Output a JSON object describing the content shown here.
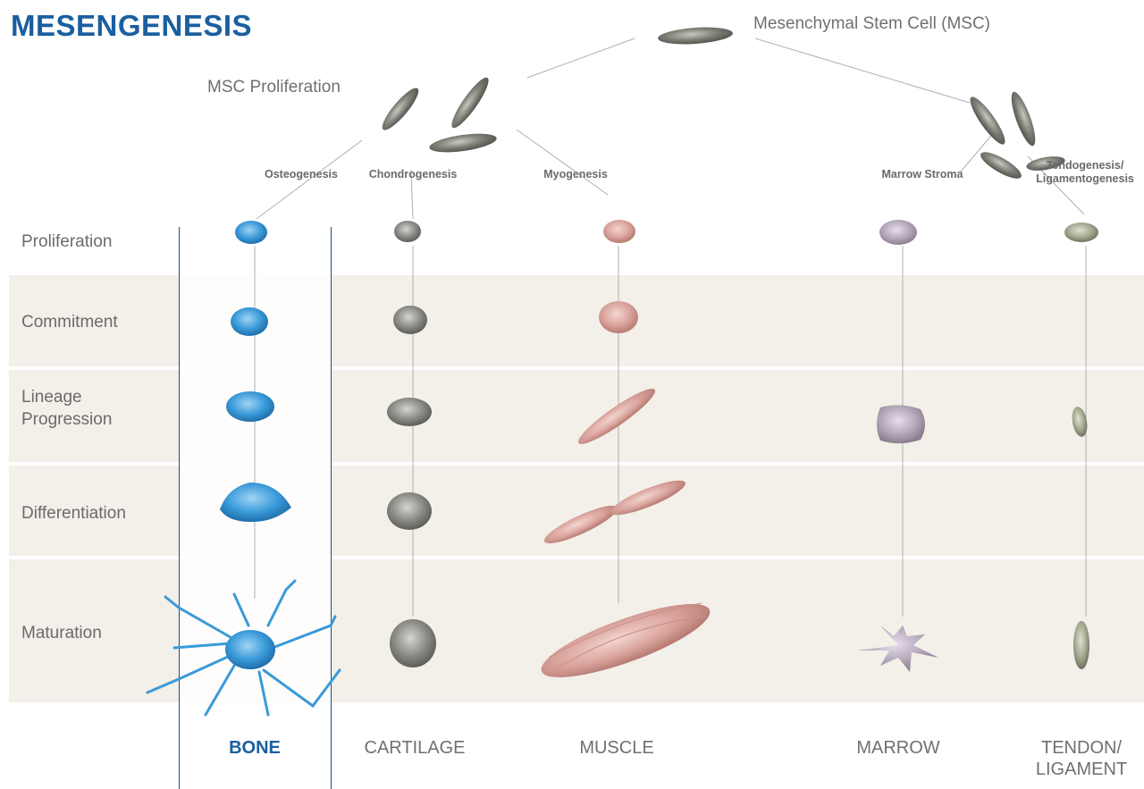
{
  "title": "MESENGENESIS",
  "labels": {
    "msc": "Mesenchymal Stem Cell (MSC)",
    "msc_proliferation": "MSC Proliferation"
  },
  "branches": {
    "osteogenesis": "Osteogenesis",
    "chondrogenesis": "Chondrogenesis",
    "myogenesis": "Myogenesis",
    "marrow_stroma": "Marrow Stroma",
    "tendogenesis": "Tendogenesis/ Ligamentogenesis"
  },
  "stages": {
    "proliferation": "Proliferation",
    "commitment": "Commitment",
    "lineage_progression": "Lineage Progression",
    "differentiation": "Differentiation",
    "maturation": "Maturation"
  },
  "tissues": {
    "bone": "BONE",
    "cartilage": "CARTILAGE",
    "muscle": "MUSCLE",
    "marrow": "MARROW",
    "tendon": "TENDON/ LIGAMENT"
  },
  "colors": {
    "title": "#1a5fa0",
    "band": "#f3efe9",
    "bone_cell": "#3a9ad9",
    "cartilage_cell": "#8a8a84",
    "muscle_cell": "#d9a39b",
    "marrow_cell": "#b4a8b8",
    "tendon_cell": "#a4a890",
    "msc_cell": "#7a7a72"
  }
}
